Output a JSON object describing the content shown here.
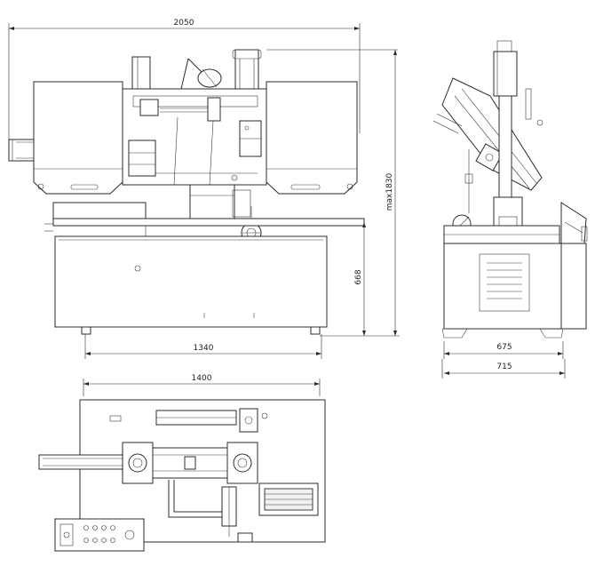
{
  "dimensions": {
    "front_width": "2050",
    "max_height": "max1830",
    "table_height": "668",
    "base_width": "1340",
    "side_base_inner": "675",
    "side_base_outer": "715",
    "plan_width": "1400"
  },
  "colors": {
    "line": "#2b2b2b",
    "background": "#ffffff"
  }
}
